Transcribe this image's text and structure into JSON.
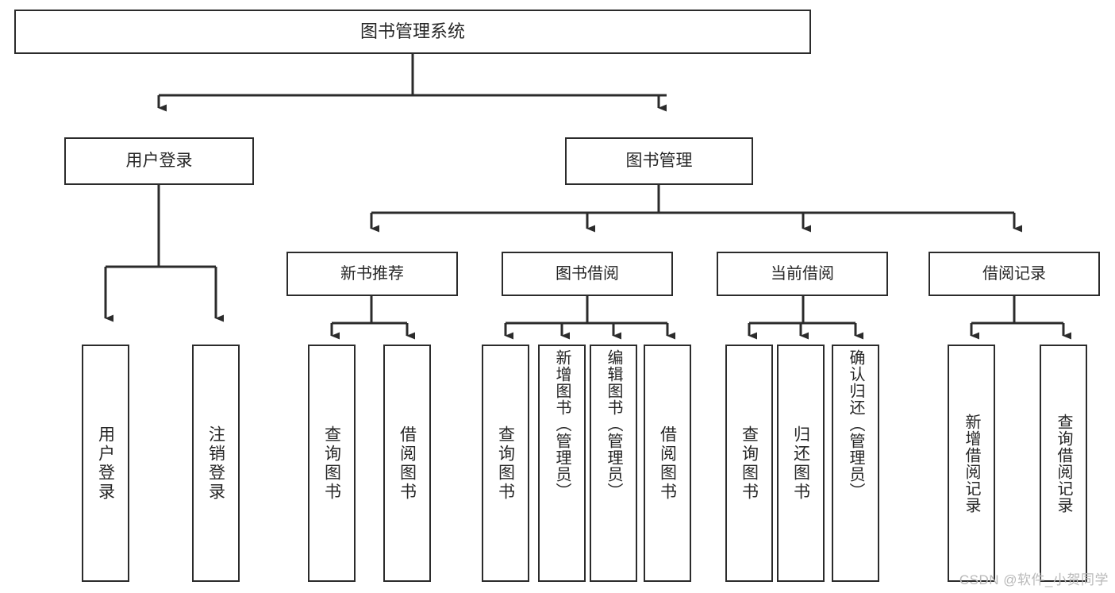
{
  "diagram": {
    "title": "图书管理系统",
    "type": "tree-hierarchy",
    "watermark": "CSDN @软件_小贺同学",
    "colors": {
      "stroke": "#2b2b2b",
      "text": "#262626",
      "background": "#ffffff",
      "watermark": "#b9b9b9"
    }
  },
  "root": {
    "label": "图书管理系统"
  },
  "level1": [
    {
      "id": "user-login",
      "label": "用户登录"
    },
    {
      "id": "book-manage",
      "label": "图书管理"
    }
  ],
  "level2": [
    {
      "id": "new-book-recommend",
      "label": "新书推荐",
      "parent": "book-manage"
    },
    {
      "id": "book-borrow",
      "label": "图书借阅",
      "parent": "book-manage"
    },
    {
      "id": "current-borrow",
      "label": "当前借阅",
      "parent": "book-manage"
    },
    {
      "id": "borrow-record",
      "label": "借阅记录",
      "parent": "book-manage"
    }
  ],
  "leaves": {
    "user_login": [
      {
        "id": "leaf-user-login",
        "label": "用户登录"
      },
      {
        "id": "leaf-user-logout",
        "label": "注销登录"
      }
    ],
    "new_book_recommend": [
      {
        "id": "leaf-query-book-1",
        "label": "查询图书"
      },
      {
        "id": "leaf-borrow-book-1",
        "label": "借阅图书"
      }
    ],
    "book_borrow": [
      {
        "id": "leaf-query-book-2",
        "label": "查询图书"
      },
      {
        "id": "leaf-add-book",
        "label": "新增图书（管理员）"
      },
      {
        "id": "leaf-edit-book",
        "label": "编辑图书（管理员）"
      },
      {
        "id": "leaf-borrow-book-2",
        "label": "借阅图书"
      }
    ],
    "current_borrow": [
      {
        "id": "leaf-query-book-3",
        "label": "查询图书"
      },
      {
        "id": "leaf-return-book",
        "label": "归还图书"
      },
      {
        "id": "leaf-confirm-return",
        "label": "确认归还（管理员）"
      }
    ],
    "borrow_record": [
      {
        "id": "leaf-add-record",
        "label": "新增借阅记录"
      },
      {
        "id": "leaf-query-record",
        "label": "查询借阅记录"
      }
    ]
  }
}
